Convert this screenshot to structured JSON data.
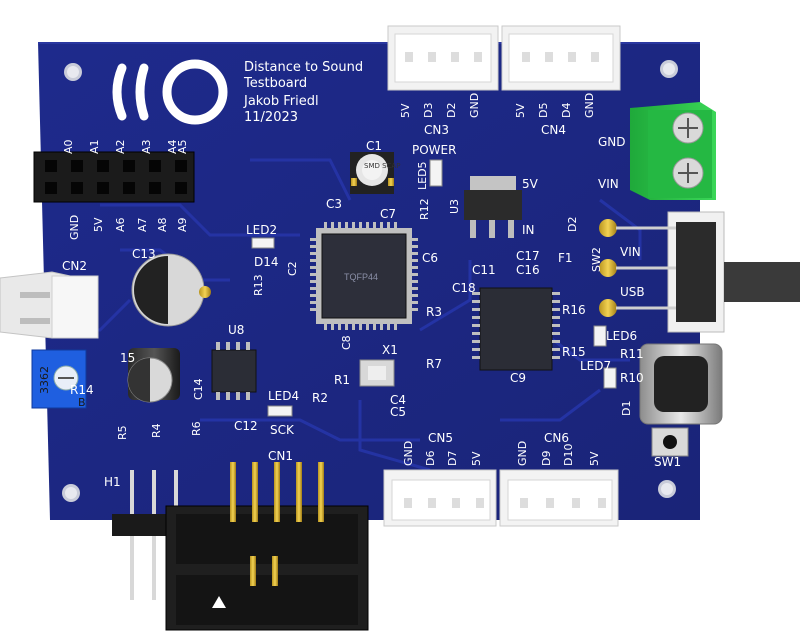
{
  "board": {
    "title_line1": "Distance to Sound",
    "title_line2": "Testboard",
    "title_line3": "Jakob Friedl",
    "title_line4": "11/2023"
  },
  "labels": {
    "cn3_pins": [
      "5V",
      "D3",
      "D2",
      "GND"
    ],
    "cn4_pins": [
      "5V",
      "D5",
      "D4",
      "GND"
    ],
    "cn5_pins": [
      "GND",
      "D6",
      "D7",
      "5V"
    ],
    "cn6_pins": [
      "GND",
      "D9",
      "D10",
      "5V"
    ],
    "header_top_pins": [
      "A0",
      "A1",
      "A2",
      "A3",
      "A4",
      "A5"
    ],
    "header_bottom_pins": [
      "GND",
      "5V",
      "A6",
      "A7",
      "A8",
      "A9"
    ],
    "cn3": "CN3",
    "cn4": "CN4",
    "cn5": "CN5",
    "cn6": "CN6",
    "cn2": "CN2",
    "cn1": "CN1",
    "h1": "H1",
    "c1": "C1",
    "c1_cap": "SMD\nSCAP",
    "c2": "C2",
    "c3": "C3",
    "c4": "C4",
    "c5": "C5",
    "c6": "C6",
    "c7": "C7",
    "c8": "C8",
    "c9": "C9",
    "c11": "C11",
    "c12": "C12",
    "c13": "C13",
    "c14": "C14",
    "c15": "15",
    "c16": "C16",
    "c17": "C17",
    "c18": "C18",
    "power": "POWER",
    "led2": "LED2",
    "led4": "LED4",
    "led5": "LED5",
    "led6": "LED6",
    "led7": "LED7",
    "d1": "D1",
    "d2": "D2",
    "d14": "D14",
    "u3": "U3",
    "u8": "U8",
    "f1": "F1",
    "x1": "X1",
    "r1": "R1",
    "r2": "R2",
    "r3": "R3",
    "r4": "R4",
    "r5": "R5",
    "r6": "R6",
    "r7": "R7",
    "r10": "R10",
    "r11": "R11",
    "r12": "R12",
    "r13": "R13",
    "r14": "R14",
    "r15": "R15",
    "r16": "R16",
    "sw1": "SW1",
    "sw2": "SW2",
    "sck": "SCK",
    "u3_5v": "5V",
    "u3_in": "IN",
    "vin_sw": "VIN",
    "usb_sw": "USB",
    "gnd_term": "GND",
    "vin_term": "VIN",
    "tqfp": "TQFP44",
    "pot": "3362",
    "pot_b": "B"
  }
}
